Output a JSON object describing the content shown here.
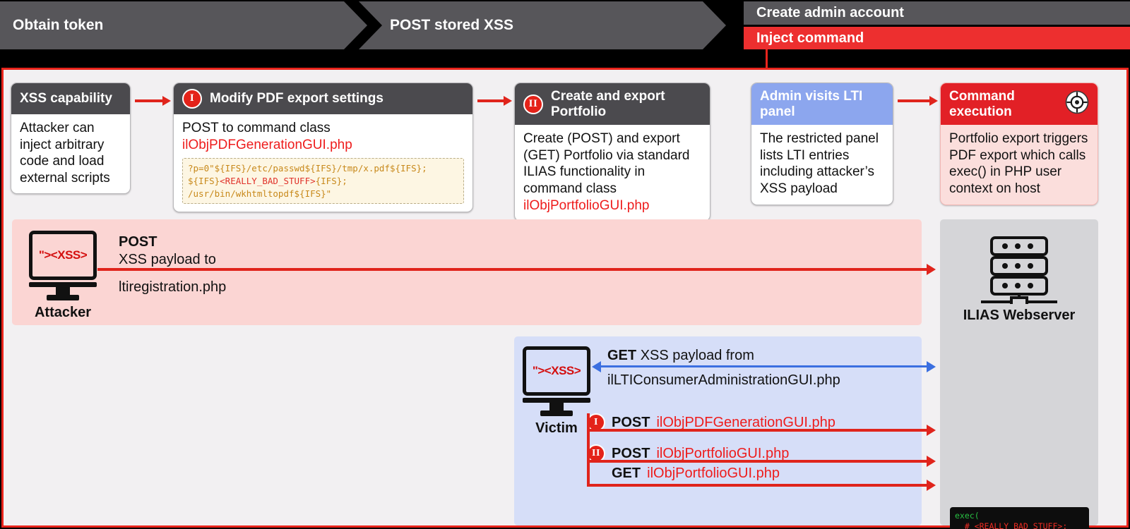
{
  "chain": {
    "stages": [
      {
        "label": "Obtain token"
      },
      {
        "label": "POST stored XSS"
      },
      {
        "label": "Create admin account"
      },
      {
        "label": "Inject command"
      }
    ]
  },
  "steps": [
    {
      "title": "XSS capability",
      "badge": "",
      "body": "Attacker can inject arbitrary code and load external scripts",
      "php": "",
      "header_style": "grey"
    },
    {
      "title": "Modify PDF export settings",
      "badge": "I",
      "body": "POST to command class",
      "php": "ilObjPDFGenerationGUI.php",
      "header_style": "grey",
      "code_line1": "?p=0\"${IFS}/etc/passwd${IFS}/tmp/x.pdf${IFS};",
      "code_line2a": "${IFS}",
      "code_line2b": "<REALLY_BAD_STUFF>",
      "code_line2c": "{IFS};",
      "code_line3": "/usr/bin/wkhtmltopdf${IFS}\""
    },
    {
      "title": "Create and export Portfolio",
      "badge": "II",
      "body": "Create (POST) and export (GET) Portfolio via standard ILIAS functionality in command class",
      "php": "ilObjPortfolioGUI.php",
      "header_style": "grey"
    },
    {
      "title": "Admin visits LTI panel",
      "badge": "",
      "body": "The restricted panel lists LTI entries including attacker’s XSS payload",
      "php": "",
      "header_style": "blue"
    },
    {
      "title": "Command execution",
      "badge": "",
      "icon": "crosshair-icon",
      "body": "Portfolio export triggers PDF export which calls exec() in PHP user context on host",
      "php": "",
      "header_style": "red"
    }
  ],
  "attacker": {
    "screen_text": "\"><XSS>",
    "label": "Attacker",
    "method": "POST",
    "desc": "XSS payload to",
    "php": "ltiregistration.php"
  },
  "victim": {
    "screen_text": "\"><XSS>",
    "label": "Victim",
    "method": "GET",
    "desc": "XSS payload from",
    "php": "ilLTIConsumerAdministrationGUI.php",
    "requests": [
      {
        "badge": "I",
        "method": "POST",
        "php": "ilObjPDFGenerationGUI.php"
      },
      {
        "badge": "II",
        "method": "POST",
        "php": "ilObjPortfolioGUI.php"
      },
      {
        "badge": "",
        "method": "GET",
        "php": "ilObjPortfolioGUI.php"
      }
    ]
  },
  "server": {
    "label": "ILIAS Webserver",
    "icon": "server-rack-icon",
    "terminal": {
      "line1": "exec(",
      "line2": "  # <REALLY_BAD_STUFF>;",
      "line3": ")"
    }
  },
  "colors": {
    "accent_red": "#e8241c",
    "chain_grey": "#57565a",
    "chain_red": "#ed2f2f",
    "header_blue": "#8ca6ee",
    "band_pink": "#fbd5d3",
    "band_blue": "#d6def8",
    "panel_grey": "#d5d5d8",
    "php_red": "#ee1c1c",
    "code_orange": "#c8891b",
    "terminal_green": "#29c043"
  }
}
